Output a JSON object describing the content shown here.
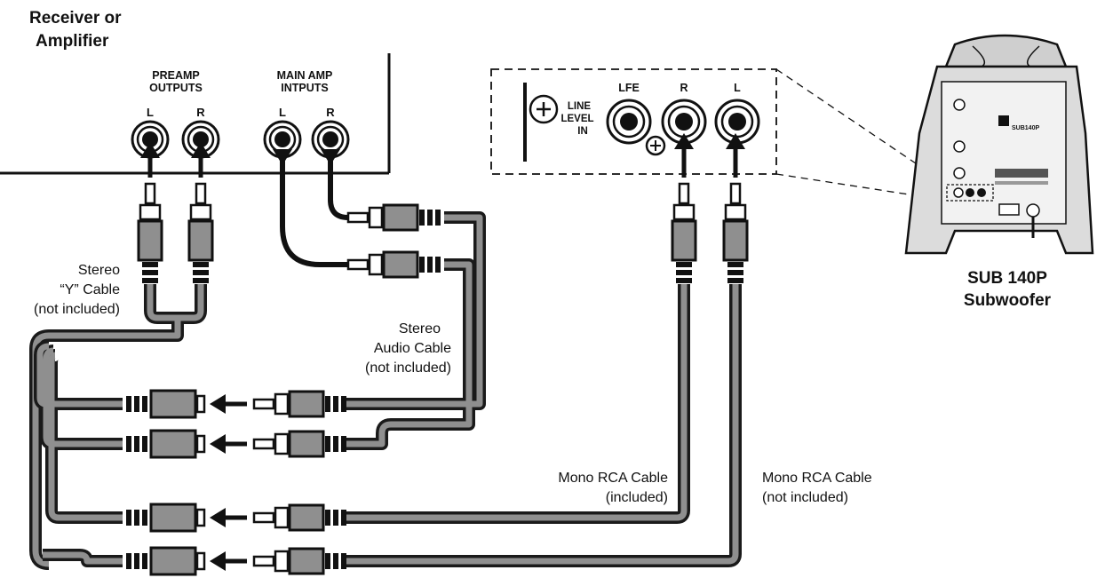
{
  "receiver": {
    "title_line1": "Receiver or",
    "title_line2": "Amplifier",
    "preamp_line1": "PREAMP",
    "preamp_line2": "OUTPUTS",
    "mainamp_line1": "MAIN AMP",
    "mainamp_line2": "INTPUTS",
    "jack_labels": [
      "L",
      "R",
      "L",
      "R"
    ]
  },
  "sub_panel": {
    "line_level_line1": "LINE",
    "line_level_line2": "LEVEL",
    "line_level_line3": "IN",
    "jack_labels": [
      "LFE",
      "R",
      "L"
    ]
  },
  "subwoofer": {
    "model_badge": "SUB140P",
    "caption_line1": "SUB 140P",
    "caption_line2": "Subwoofer"
  },
  "cables": {
    "y_cable_line1": "Stereo",
    "y_cable_line2": "“Y” Cable",
    "y_cable_line3": "(not included)",
    "stereo_audio_line1": "Stereo",
    "stereo_audio_line2": "Audio Cable",
    "stereo_audio_line3": "(not included)",
    "mono_included_line1": "Mono RCA Cable",
    "mono_included_line2": "(included)",
    "mono_not_included_line1": "Mono RCA Cable",
    "mono_not_included_line2": "(not included)"
  },
  "colors": {
    "cable_fill": "#8f8f8f",
    "outline": "#1a1a1a",
    "subwoofer_body": "#dcdcdc"
  }
}
